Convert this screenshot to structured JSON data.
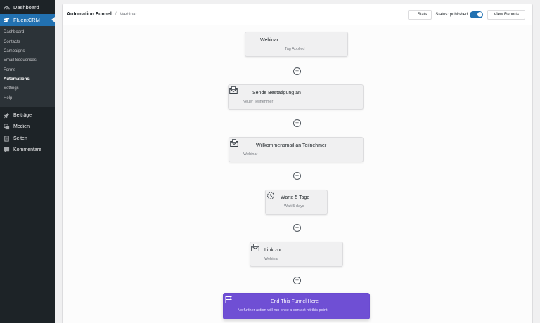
{
  "sidebar": {
    "dashboard": "Dashboard",
    "plugin": "FluentCRM",
    "submenu": [
      "Dashboard",
      "Contacts",
      "Campaigns",
      "Email Sequences",
      "Forms",
      "Automations",
      "Settings",
      "Help"
    ],
    "current_submenu_index": 5,
    "menu": [
      "Beiträge",
      "Medien",
      "Seiten",
      "Kommentare"
    ]
  },
  "header": {
    "breadcrumb_root": "Automation Funnel",
    "breadcrumb_separator": "/",
    "breadcrumb_current": "Webinar",
    "stats_label": "Stats",
    "status_label": "Status: published",
    "status_enabled": true,
    "view_reports_label": "View Reports"
  },
  "funnel": {
    "trigger": {
      "title": "Webinar",
      "subtitle": "Tag Applied"
    },
    "steps": [
      {
        "title": "Sende Bestätigung an",
        "subtitle": "Neuer Teilnehmer",
        "icon": "email-icon"
      },
      {
        "title": "Willkommensmail an Teilnehmer",
        "subtitle": "Webinar",
        "icon": "email-icon"
      },
      {
        "title": "Warte 5 Tage",
        "subtitle": "Wait 5 days",
        "icon": "clock-icon"
      },
      {
        "title": "Link zur",
        "subtitle": "Webinar",
        "icon": "email-icon"
      }
    ],
    "end": {
      "title": "End This Funnel Here",
      "subtitle": "No further action will run once a contact hit this point",
      "icon": "flag-icon"
    },
    "add_symbol": "+",
    "colors": {
      "end_node": "#6f4fd4",
      "accent": "#2271b1"
    }
  }
}
